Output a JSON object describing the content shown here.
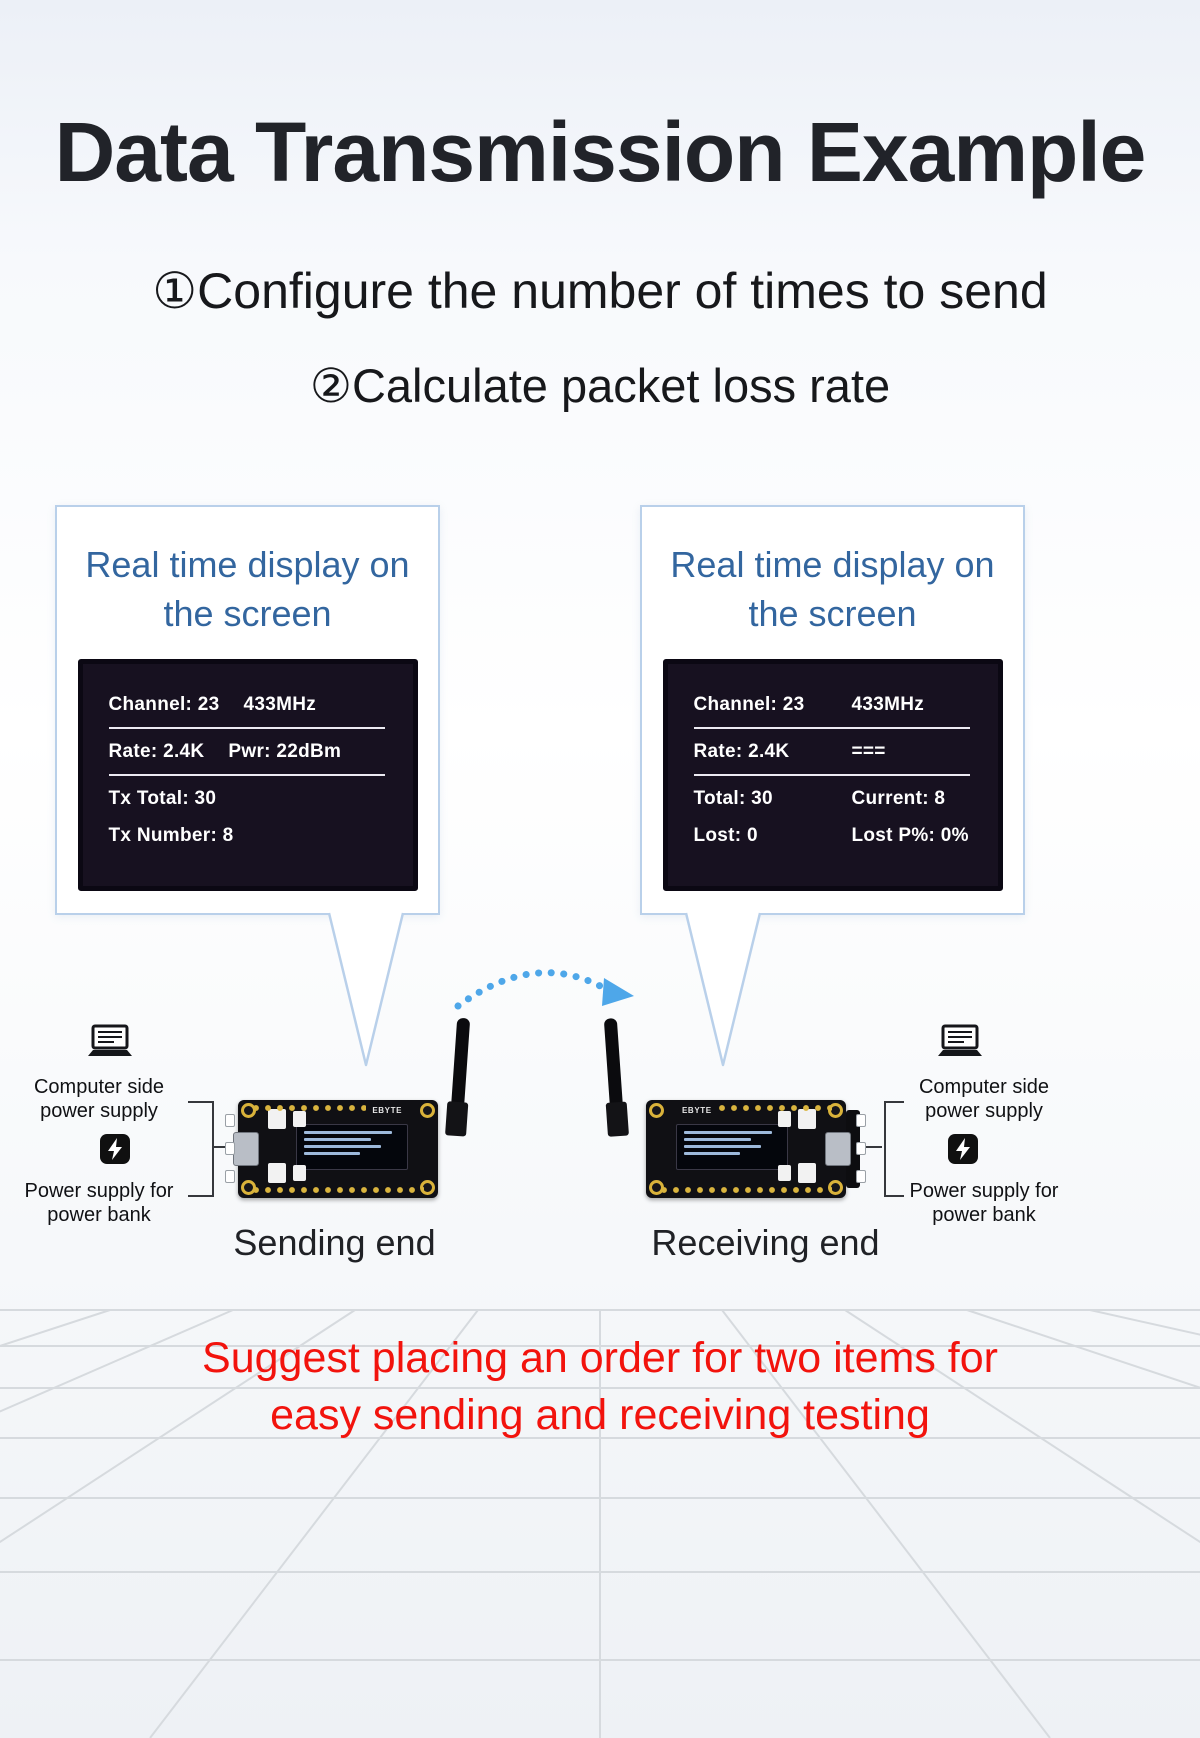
{
  "page": {
    "title": "Data Transmission Example",
    "step1": "①Configure the number of times to send",
    "step2": "②Calculate packet loss rate",
    "note_line1": "Suggest placing an order for two items for",
    "note_line2": "easy sending and receiving testing"
  },
  "callout_heading": "Real time display on the screen",
  "sender": {
    "screen_rows": [
      {
        "left": "Channel: 23",
        "right": "433MHz"
      },
      {
        "left": "Rate: 2.4K",
        "right": "Pwr: 22dBm"
      },
      {
        "left": "Tx Total: 30",
        "right": ""
      },
      {
        "left": "Tx Number: 8",
        "right": ""
      }
    ],
    "board_brand": "EBYTE",
    "end_label": "Sending end"
  },
  "receiver": {
    "screen_rows": [
      {
        "left": "Channel: 23",
        "right": "433MHz"
      },
      {
        "left": "Rate: 2.4K",
        "right": "==="
      },
      {
        "left": "Total: 30",
        "right": "Current: 8"
      },
      {
        "left": "Lost: 0",
        "right": "Lost P%: 0%"
      }
    ],
    "board_brand": "EBYTE",
    "end_label": "Receiving end"
  },
  "annotations": {
    "computer_label": "Computer side power supply",
    "powerbank_label": "Power supply for power bank"
  },
  "colors": {
    "heading_blue": "#33669f",
    "callout_border": "#b9d0ea",
    "screen_bg": "#171120",
    "note_red": "#f2130d",
    "signal_blue": "#4ea7e9",
    "pad_gold": "#d9b43e"
  }
}
